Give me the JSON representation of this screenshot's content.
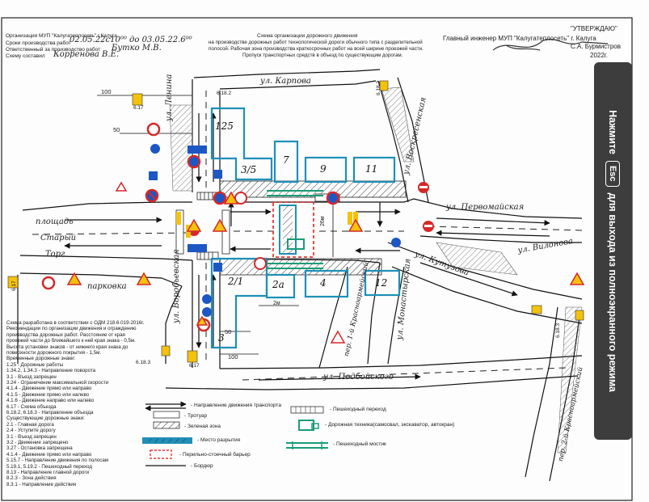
{
  "header": {
    "organizer": "Организация МУП \"Калугатеплосеть\" г.Калуга",
    "dates_label": "Сроки производства работ",
    "dates_value": "02.05.22с10⁰⁰ до 03.05.22.6⁰⁰",
    "responsible_label": "Ответственный за производство работ",
    "responsible_value": "Бутко М.В.",
    "composer_label": "Схему составил",
    "composer_value": "Корренова В.Е."
  },
  "scheme_title": {
    "line1": "Схема организации дорожного движения",
    "line2": "на производстве дорожных работ технологической дороги обычного типа с разделительной",
    "line3": "полосой. Рабочая зона производства краткосрочных работ на всей ширине проезжей части.",
    "line4": "Пропуск транспортных средств в объезд по существующим дорогам."
  },
  "approval": {
    "word": "\"УТВЕРЖДАЮ\"",
    "position": "Главный инженер МУП \"Калугатеплосеть\" г. Калуга",
    "name": "С.А. Бурмистров",
    "year": "2022г."
  },
  "streets": {
    "karpova": "ул. Карпова",
    "lenina": "ул. Ленина",
    "voskresenskaya": "ул. Воскресенская",
    "pervomayskaya": "ул. Первомайская",
    "square1": "площадь",
    "square2": "Старый",
    "square3": "Торг",
    "kutuzova": "ул. Кутузова",
    "vilonova": "ул. Вилонова",
    "krasnoarm1": "пер. 1-й Красноармейский",
    "monastyrskaya": "ул. Монастырская",
    "krasnoarm2": "пер. 2-й Красноармейский",
    "vorobyevskaya": "ул. Воробьевская",
    "podboyskogo": "ул. Подбойского",
    "park": "парковка"
  },
  "buildings": [
    "125",
    "7",
    "9",
    "11",
    "3/5",
    "2/1",
    "2а",
    "4",
    "12",
    "3"
  ],
  "labels": {
    "d100a": "100",
    "d50a": "50",
    "d100b": "100",
    "d50b": "50",
    "d26": "26м",
    "d2m": "2м",
    "s618a": "6.18.2",
    "s618b": "6.18.2",
    "s618c": "6.18.3",
    "s618d": "6.18.3",
    "s617a": "6.17",
    "s617b": "6.17",
    "s617c": "6.17"
  },
  "notes": {
    "lines": [
      "Схема разработана в соответствии с ОДМ 218.6.019-2016г.",
      "Рекомендации по организации движения и ограждению",
      "производства дорожных работ. Расстояние от края",
      "проезжей части до ближайшего к ней края знака - 0,5м.",
      "Высота установки знаков - от нижнего края знака до",
      "поверхности дорожного покрытия - 1,5м."
    ],
    "temp_title": "Временные дорожные знаки:",
    "temp_items": [
      "1.25 - Дорожные работы",
      "1.34.2, 1.34.3 - Направление поворота",
      "3.1 - Въезд запрещен",
      "3.24 - Ограничение максимальной скорости",
      "4.1.4 - Движение прямо или направо",
      "4.1.5 - Движение прямо или налево",
      "4.1.6 - Движение направо или налево",
      "6.17 - Схема объезда",
      "6.18.2, 6.18.3 - Направление объезда"
    ],
    "exist_title": "Существующие дорожные знаки:",
    "exist_items": [
      "2.1 - Главная дорога",
      "2.4 - Уступите дорогу",
      "3.1 - Въезд запрещен",
      "3.2 - Движение запрещено",
      "3.27 - Остановка запрещена",
      "4.1.4 - Движение прямо или направо",
      "5.15.7 - Направление движения по полосам",
      "5.19.1, 5.19.2 - Пешеходный переход",
      "8.13 - Направление главной дороги",
      "8.2.3 - Зона действия",
      "8.3.1 - Направление действия"
    ]
  },
  "legend": {
    "traffic": "- Направление движения транспорта",
    "sidewalk": "- Тротуар",
    "green": "- Зеленая зона",
    "dig": "- Место разрытия",
    "barrier": "- Перильно-стоечный барьер",
    "curb": "- Бордюр",
    "crossing": "- Пешеходный переход",
    "tech": "- Дорожная техника(самосвал, экскаватор, автокран)",
    "bridge": "- Пешеходный мостик"
  },
  "overlay": {
    "before": "Нажмите",
    "key": "Esc",
    "after": "для выхода из полноэкранного режима"
  },
  "colors": {
    "building": "#1f8fb8",
    "sign_red": "#d62828",
    "sign_blue": "#1d57c4",
    "sign_yellow": "#f4c20d",
    "work_red": "#e53935"
  }
}
